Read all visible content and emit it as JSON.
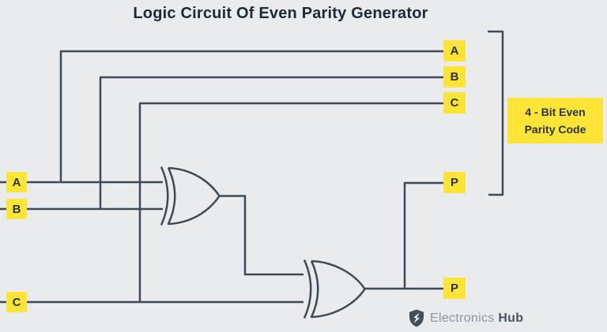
{
  "title": "Logic Circuit Of Even Parity Generator",
  "inputs": [
    {
      "label": "A"
    },
    {
      "label": "B"
    },
    {
      "label": "C"
    }
  ],
  "outputs": [
    {
      "label": "A"
    },
    {
      "label": "B"
    },
    {
      "label": "C"
    },
    {
      "label": "P"
    },
    {
      "label": "P"
    }
  ],
  "bracket_label": {
    "line1": "4 - Bit Even",
    "line2": "Parity Code"
  },
  "gates": [
    {
      "type": "XOR",
      "id": "xor-gate-1"
    },
    {
      "type": "XOR",
      "id": "xor-gate-2"
    }
  ],
  "logo": {
    "icon": "shield-bolt-icon",
    "name_regular": "Electronics",
    "name_bold": "Hub"
  },
  "colors": {
    "background": "#e9ebec",
    "wire": "#3e4a55",
    "label_bg": "#ffe438",
    "label_text": "#2a3442",
    "title_text": "#1c2a38"
  }
}
